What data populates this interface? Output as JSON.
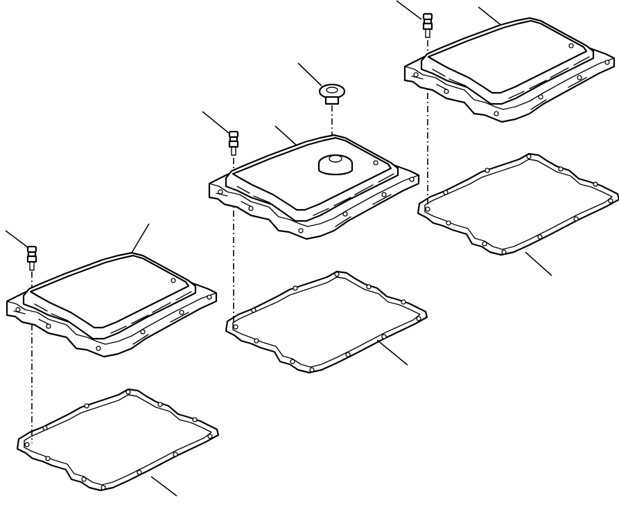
{
  "figure": {
    "kind": "exploded parts diagram",
    "labels_printed": false,
    "ink_color": "#000000",
    "paper_color": "#ffffff"
  },
  "assemblies": [
    {
      "id": "left",
      "parts": [
        "bolt-icon",
        "cover-icon",
        "gasket-icon"
      ]
    },
    {
      "id": "middle",
      "parts": [
        "plug-icon",
        "bolt-icon",
        "cover-icon",
        "gasket-icon"
      ]
    },
    {
      "id": "right",
      "parts": [
        "bolt-icon",
        "cover-icon",
        "gasket-icon"
      ]
    }
  ]
}
